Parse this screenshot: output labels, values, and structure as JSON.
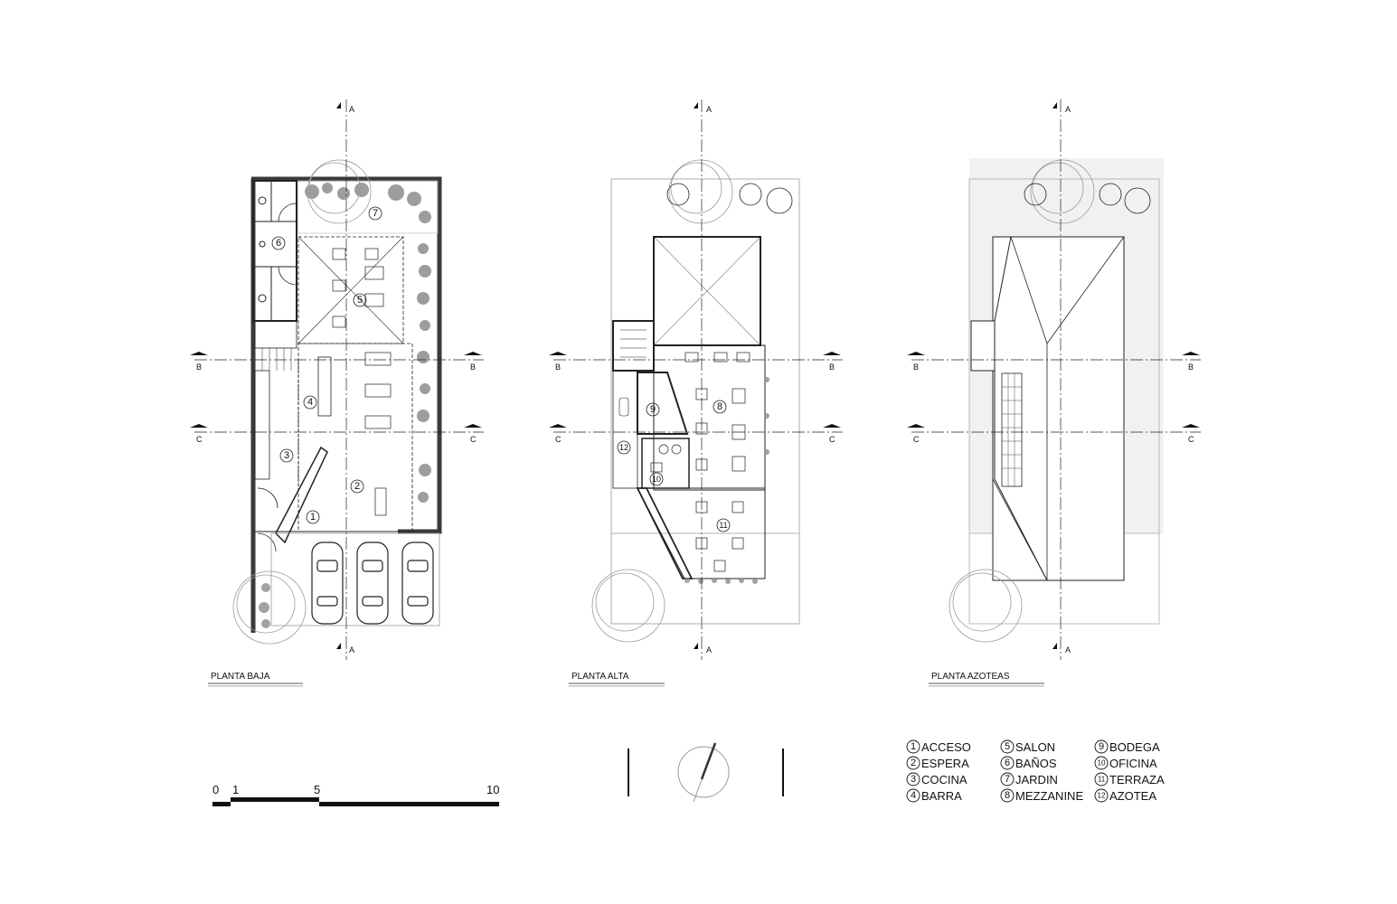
{
  "plans": [
    {
      "id": "baja",
      "title": "PLANTA BAJA"
    },
    {
      "id": "alta",
      "title": "PLANTA ALTA"
    },
    {
      "id": "azoteas",
      "title": "PLANTA AZOTEAS"
    }
  ],
  "section_marks": {
    "a": "A",
    "b": "B",
    "c": "C"
  },
  "room_numbers": {
    "baja": [
      "1",
      "2",
      "3",
      "4",
      "5",
      "6",
      "7"
    ],
    "alta": [
      "8",
      "9",
      "10",
      "11",
      "12"
    ]
  },
  "legend": [
    {
      "num": "1",
      "label": "ACCESO"
    },
    {
      "num": "2",
      "label": "ESPERA"
    },
    {
      "num": "3",
      "label": "COCINA"
    },
    {
      "num": "4",
      "label": "BARRA"
    },
    {
      "num": "5",
      "label": "SALON"
    },
    {
      "num": "6",
      "label": "BAÑOS"
    },
    {
      "num": "7",
      "label": "JARDIN"
    },
    {
      "num": "8",
      "label": "MEZZANINE"
    },
    {
      "num": "9",
      "label": "BODEGA"
    },
    {
      "num": "10",
      "label": "OFICINA"
    },
    {
      "num": "11",
      "label": "TERRAZA"
    },
    {
      "num": "12",
      "label": "AZOTEA"
    }
  ],
  "scale_bar": {
    "labels": [
      "0",
      "1",
      "5",
      "10"
    ]
  },
  "colors": {
    "line": "#222222",
    "light_line": "#9a9a9a",
    "vegetation": "#8c8c8c",
    "wall": "#3a3a3a",
    "roof_shade": "#f1f1f1"
  },
  "icons": {
    "north": "north-arrow-icon",
    "tree": "tree-icon",
    "car": "car-icon"
  }
}
